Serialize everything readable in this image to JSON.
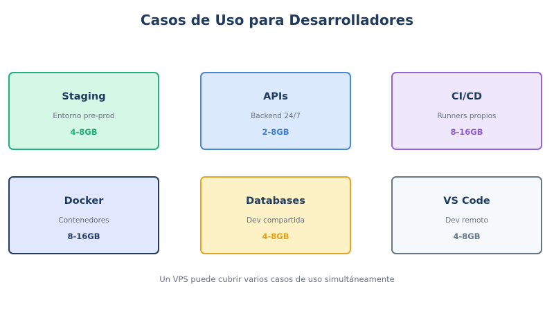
{
  "title": "Casos de Uso para Desarrolladores",
  "cards": [
    {
      "name": "Staging",
      "desc": "Entorno pre-prod",
      "ram": "4-8GB",
      "border": "#22b07d",
      "fill": "#d4f7e6",
      "accent": "#1db074"
    },
    {
      "name": "APIs",
      "desc": "Backend 24/7",
      "ram": "2-8GB",
      "border": "#4a86d6",
      "fill": "#dbe9fd",
      "accent": "#3f7fd8"
    },
    {
      "name": "CI/CD",
      "desc": "Runners propios",
      "ram": "8-16GB",
      "border": "#9563d8",
      "fill": "#efe8fd",
      "accent": "#8f5bd6"
    },
    {
      "name": "Docker",
      "desc": "Contenedores",
      "ram": "8-16GB",
      "border": "#233b61",
      "fill": "#e1e8fe",
      "accent": "#233b61"
    },
    {
      "name": "Databases",
      "desc": "Dev compartida",
      "ram": "4-8GB",
      "border": "#e8a421",
      "fill": "#fdf1c6",
      "accent": "#e8a012"
    },
    {
      "name": "VS Code",
      "desc": "Dev remoto",
      "ram": "4-8GB",
      "border": "#687583",
      "fill": "#f6f9fc",
      "accent": "#65758a"
    }
  ],
  "footer": "Un VPS puede cubrir varios casos de uso simultáneamente"
}
